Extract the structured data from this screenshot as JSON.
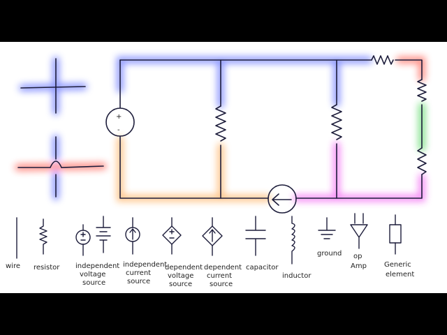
{
  "colors": {
    "frame": "#000000",
    "canvas": "#ffffff",
    "ink": "#1c1c3a",
    "glow_blue": "#3344ff",
    "glow_red": "#ff3322",
    "glow_orange": "#ff9933",
    "glow_green": "#22cc33",
    "glow_magenta": "#ee33ee"
  },
  "circuit": {
    "source_plus": "+",
    "source_minus": "-"
  },
  "legend": {
    "wire": "wire",
    "resistor": "resistor",
    "indep_voltage": [
      "independent",
      "voltage",
      "source"
    ],
    "indep_current": [
      "independent",
      "current",
      "source"
    ],
    "dep_voltage": [
      "dependent",
      "voltage",
      "source"
    ],
    "dep_current": [
      "dependent",
      "current",
      "source"
    ],
    "capacitor": "capacitor",
    "inductor": "inductor",
    "ground": "ground",
    "opamp": [
      "op",
      "Amp"
    ],
    "generic": [
      "Generic",
      "element"
    ]
  }
}
